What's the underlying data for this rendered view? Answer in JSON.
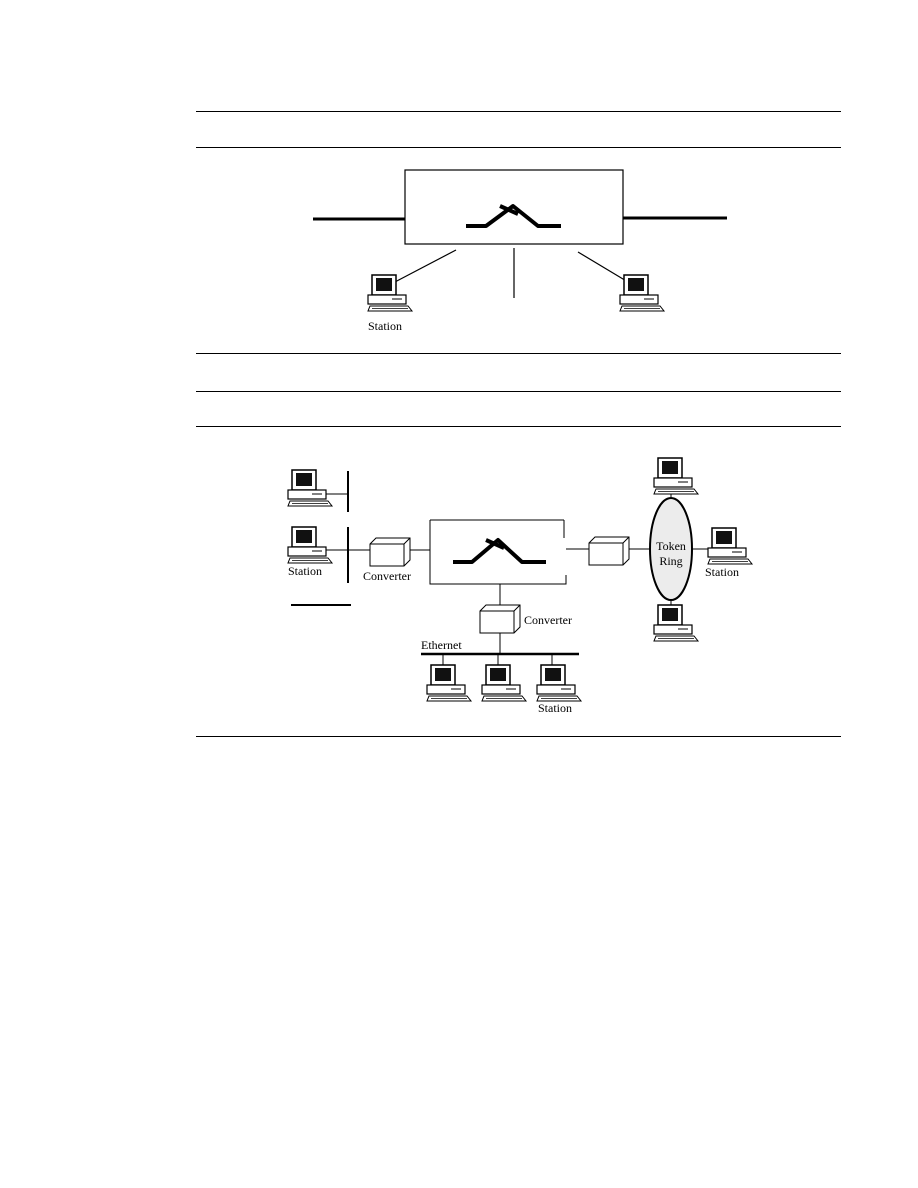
{
  "diagram1": {
    "station_label": "Station"
  },
  "diagram2": {
    "station_label_left": "Station",
    "converter_label_left": "Converter",
    "converter_label_bottom": "Converter",
    "ethernet_label": "Ethernet",
    "station_label_bottom": "Station",
    "token_ring_label_line1": "Token",
    "token_ring_label_line2": "Ring",
    "station_label_right": "Station"
  }
}
